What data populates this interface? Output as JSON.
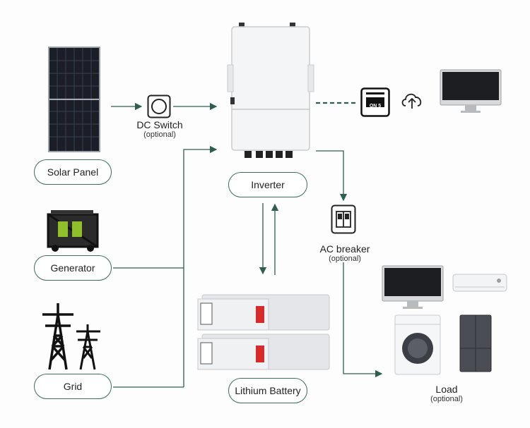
{
  "nodes": {
    "solar_panel": {
      "label": "Solar Panel"
    },
    "dc_switch": {
      "label": "DC Switch",
      "note": "(optional)"
    },
    "inverter": {
      "label": "Inverter"
    },
    "generator": {
      "label": "Generator"
    },
    "grid": {
      "label": "Grid"
    },
    "ac_breaker": {
      "label": "AC breaker",
      "note": "(optional)"
    },
    "lithium_battery": {
      "label": "Lithium Battery"
    },
    "load": {
      "label": "Load",
      "note": "(optional)"
    },
    "monitor_device": {
      "label": "ON 5"
    }
  },
  "icons": [
    "solar-panel-icon",
    "dc-switch-icon",
    "inverter-icon",
    "wifi-dongle-icon",
    "cloud-upload-icon",
    "computer-monitor-icon",
    "generator-icon",
    "grid-tower-icon",
    "ac-breaker-icon",
    "lithium-battery-icon",
    "tv-icon",
    "air-conditioner-icon",
    "washing-machine-icon",
    "refrigerator-icon"
  ],
  "colors": {
    "wire": "#2f5d50",
    "pill_border": "#3d6b5c"
  }
}
